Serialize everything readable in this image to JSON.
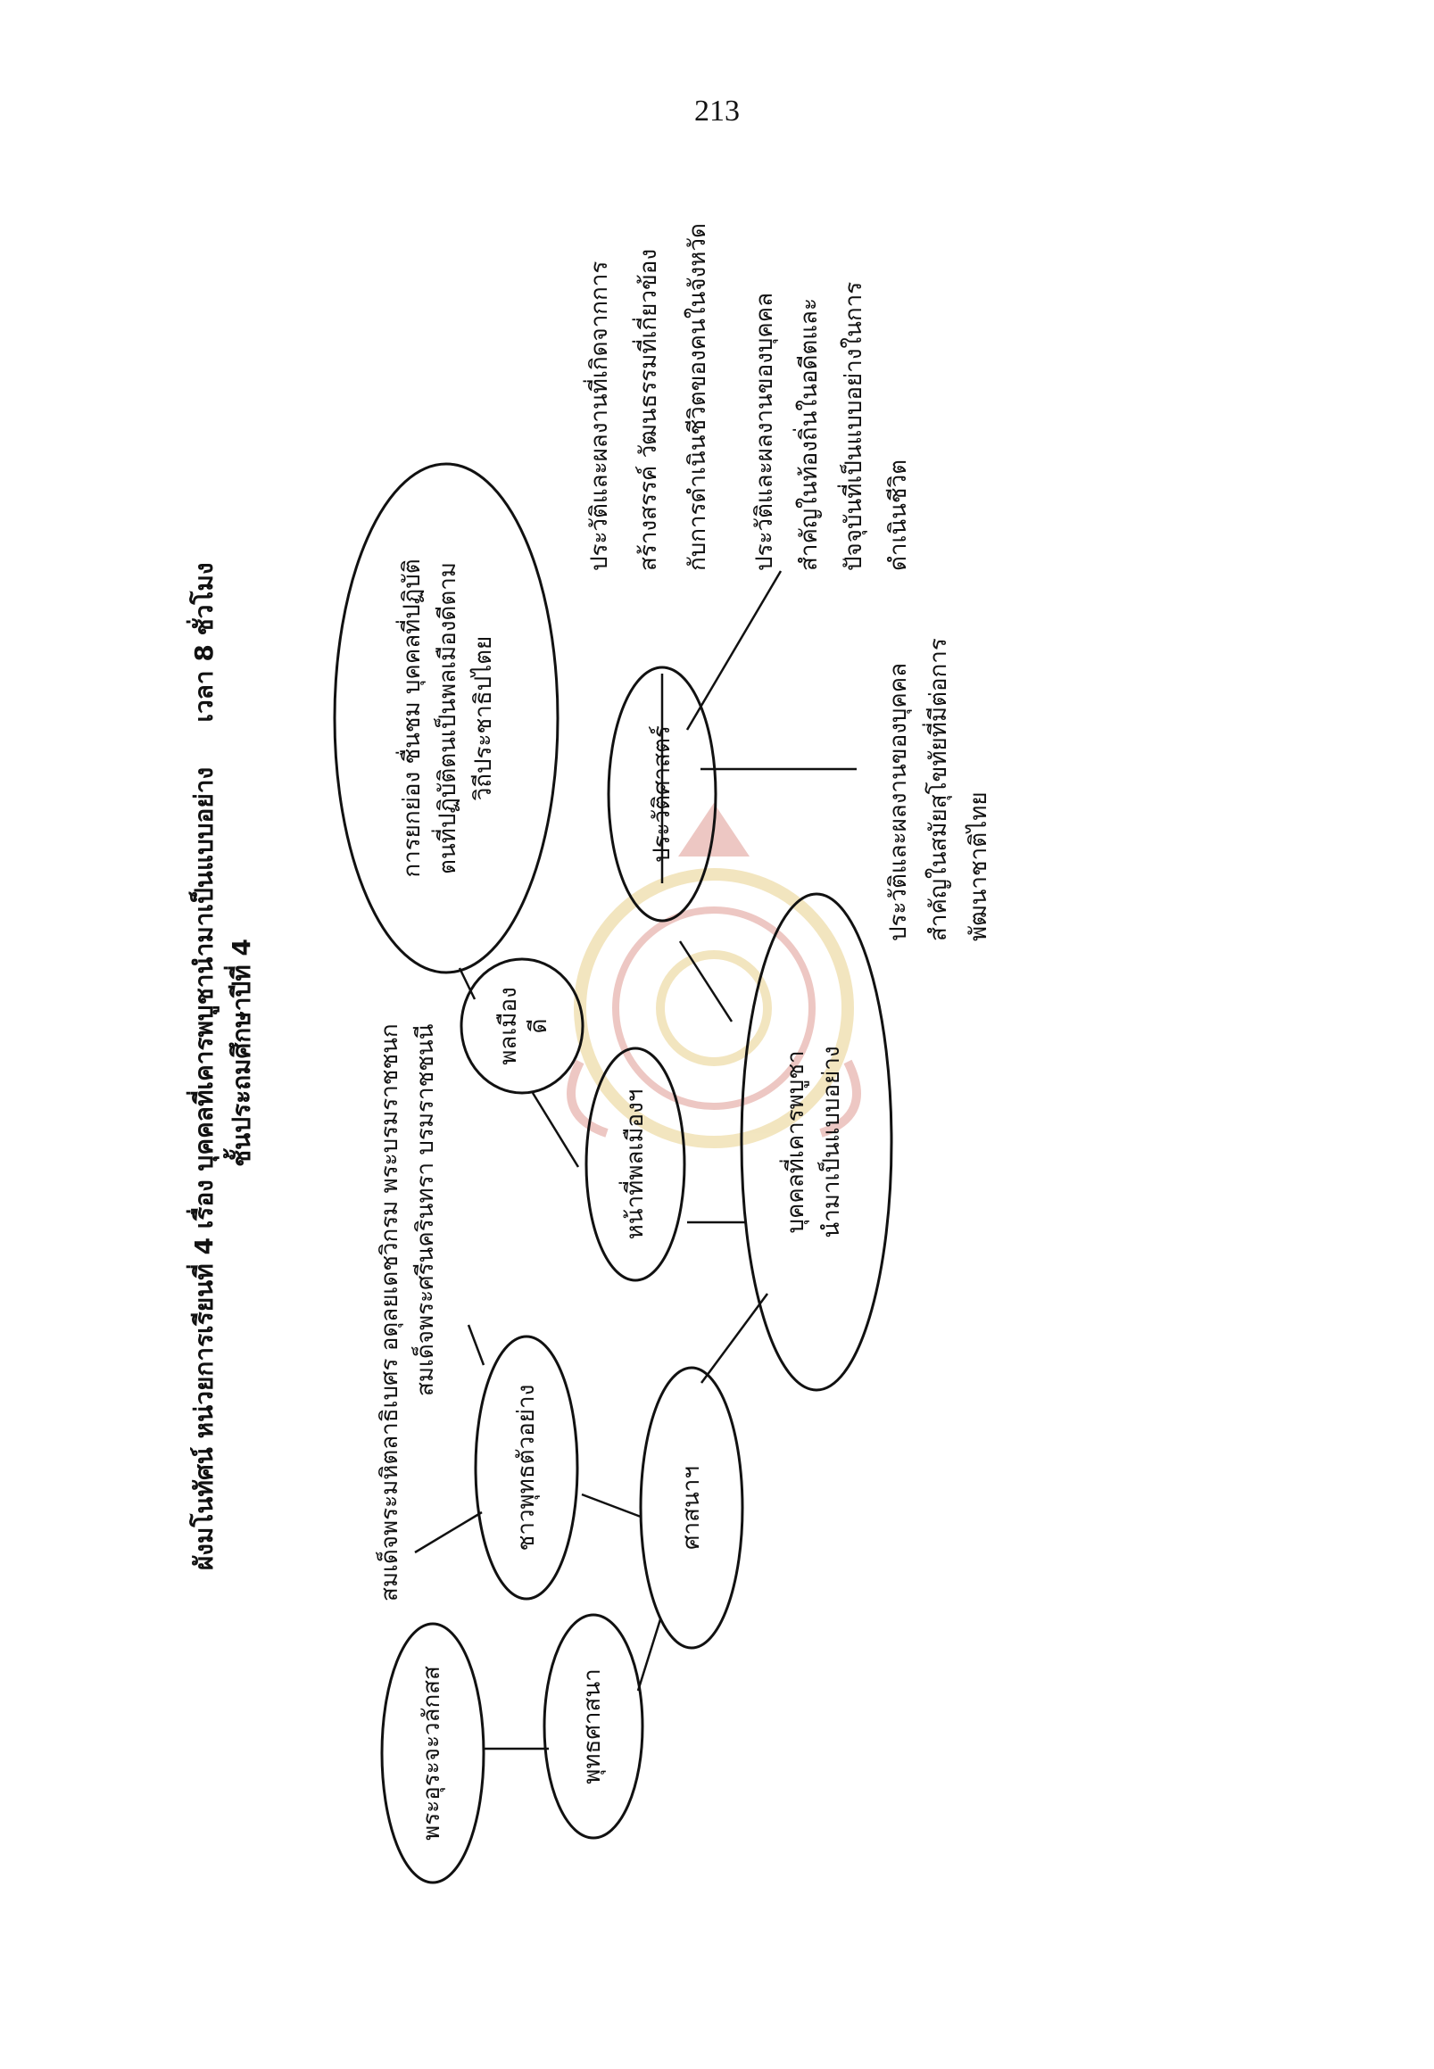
{
  "page_number": "213",
  "title": {
    "line1": "ผังมโนทัศน์ หน่วยการเรียนที่ 4 เรื่อง บุคคลที่เคารพบูชานำมาเป็นแบบอย่าง",
    "duration": "เวลา 8 ชั่วโมง",
    "line2": "ชั้นประถมศึกษาปีที่ 4"
  },
  "nodes": {
    "center": [
      "บุคคลที่เคารพบูชา",
      "นำมาเป็นแบบอย่าง"
    ],
    "history": [
      "ประวัติศาสตร์"
    ],
    "religion": [
      "ศาสนาฯ"
    ],
    "civic_duty": [
      "หน้าที่พลเมืองฯ"
    ],
    "good_citizen": [
      "พลเมือง",
      "ดี"
    ],
    "model_buddhist": [
      "ชาวพุทธตัวอย่าง"
    ],
    "buddhism": [
      "พุทธศาสนา"
    ],
    "relics": [
      "พระอุระจะวลักสส"
    ],
    "citizen_praise": [
      "การยกย่อง ชื่นชม บุคคลที่ปฏิบัติ",
      "ตนที่ปฏิบัติตนเป็นพลเมืองดีตาม",
      "วิถีประชาธิปไตย"
    ]
  },
  "notes": {
    "buddhist_figures": [
      "สมเด็จพระมหิตลาธิเบศร อดุลยเดชวิกรม พระบรมราชชนก",
      "สมเด็จพระศรีนครินทรา บรมราชชนนี"
    ],
    "history_local": [
      "ประวัติและผลงานที่เกิดจากการ",
      "สร้างสรรค์ วัฒนธรรมที่เกี่ยวข้อง",
      "กับการดำเนินชีวิตของคนในจังหวัด"
    ],
    "history_person": [
      "ประวัติและผลงานของบุคคล",
      "สำคัญในท้องถิ่นในอดีตและ",
      "ปัจจุบันที่เป็นแบบอย่างในการ",
      "ดำเนินชีวิต"
    ],
    "history_sukhothai": [
      "ประวัติและผลงานของบุคคล",
      "สำคัญในสมัยสุโขทัยที่มีต่อการ",
      "พัฒนาชาติไทย"
    ]
  },
  "colors": {
    "ink": "#111111",
    "seal": "#d4a51e",
    "seal_red": "#c0392b"
  }
}
